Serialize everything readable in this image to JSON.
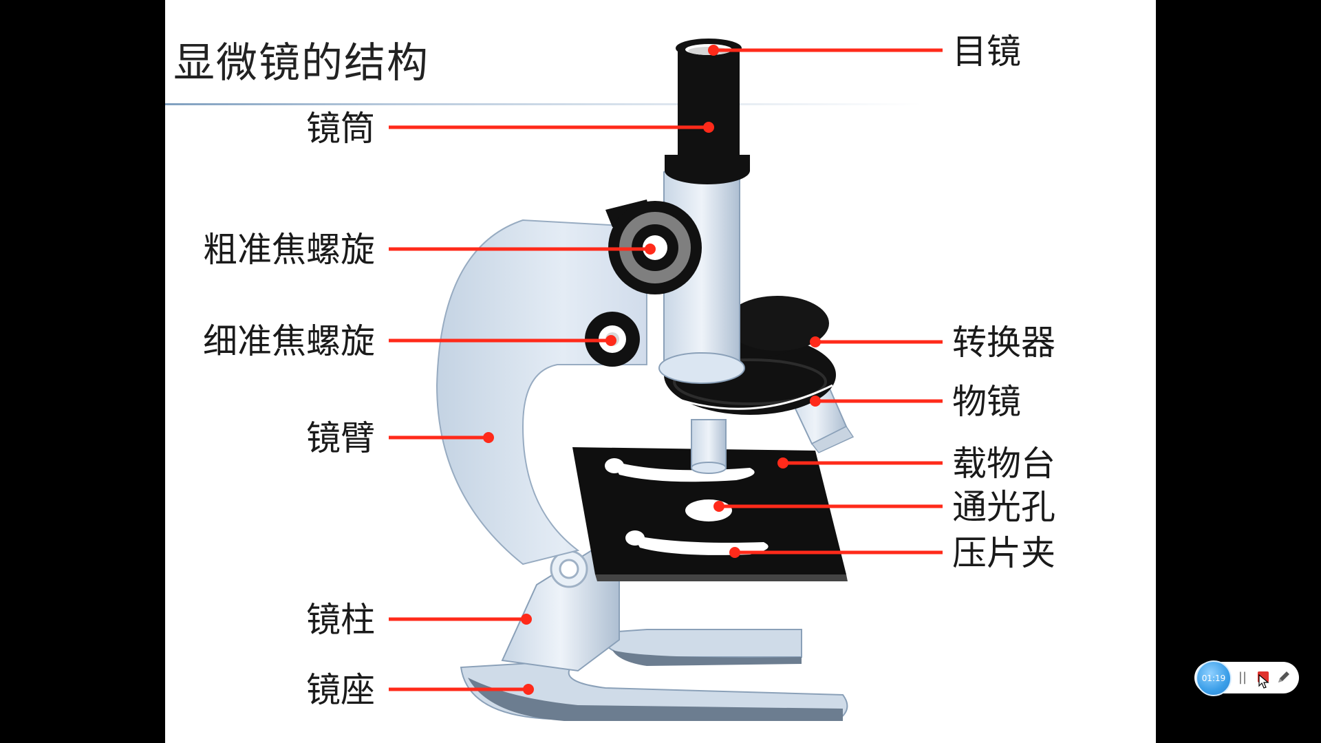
{
  "slide": {
    "title": "显微镜的结构",
    "labels_left": [
      {
        "id": "tube",
        "text": "镜筒"
      },
      {
        "id": "coarse",
        "text": "粗准焦螺旋"
      },
      {
        "id": "fine",
        "text": "细准焦螺旋"
      },
      {
        "id": "arm",
        "text": "镜臂"
      },
      {
        "id": "pillar",
        "text": "镜柱"
      },
      {
        "id": "base",
        "text": "镜座"
      }
    ],
    "labels_right": [
      {
        "id": "eyepiece",
        "text": "目镜"
      },
      {
        "id": "nosepiece",
        "text": "转换器"
      },
      {
        "id": "objective",
        "text": "物镜"
      },
      {
        "id": "stage",
        "text": "载物台"
      },
      {
        "id": "aperture",
        "text": "通光孔"
      },
      {
        "id": "clip",
        "text": "压片夹"
      }
    ]
  },
  "player": {
    "timer": "01:19",
    "pause_symbol": "||"
  },
  "colors": {
    "pointer_line": "#ff2a1a",
    "microscope_light": "#dbe6f2",
    "microscope_dark": "#111111",
    "stop_button": "#e0322d"
  }
}
